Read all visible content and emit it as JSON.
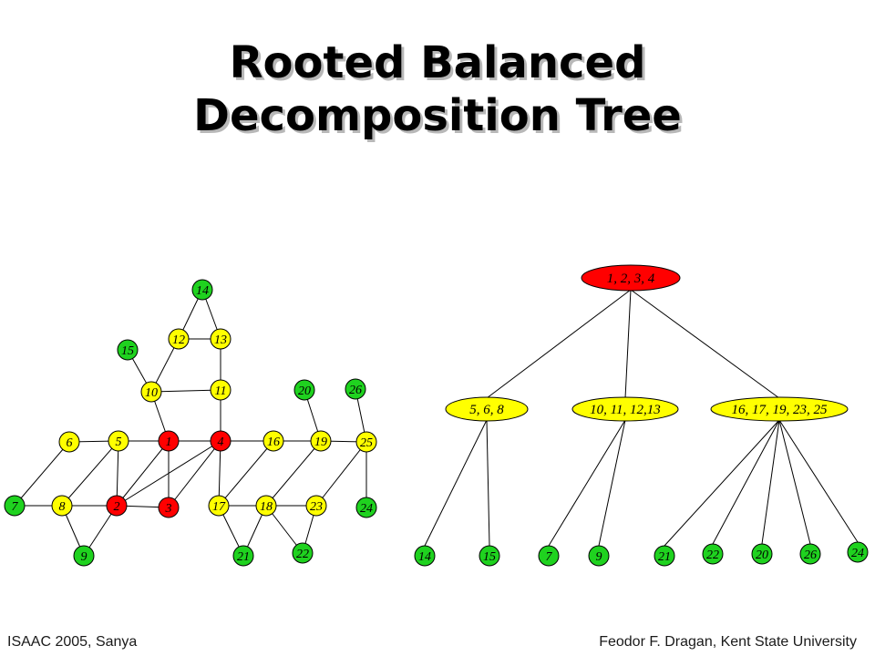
{
  "title": {
    "line1": "Rooted Balanced",
    "line2": "Decomposition Tree"
  },
  "colors": {
    "red": "#ff0000",
    "yellow": "#ffff00",
    "green": "#1fd21f"
  },
  "graph": {
    "nodes": [
      {
        "id": "14",
        "color": "green"
      },
      {
        "id": "12",
        "color": "yellow"
      },
      {
        "id": "13",
        "color": "yellow"
      },
      {
        "id": "15",
        "color": "green"
      },
      {
        "id": "10",
        "color": "yellow"
      },
      {
        "id": "11",
        "color": "yellow"
      },
      {
        "id": "20",
        "color": "green"
      },
      {
        "id": "26",
        "color": "green"
      },
      {
        "id": "6",
        "color": "yellow"
      },
      {
        "id": "5",
        "color": "yellow"
      },
      {
        "id": "1",
        "color": "red"
      },
      {
        "id": "4",
        "color": "red"
      },
      {
        "id": "16",
        "color": "yellow"
      },
      {
        "id": "19",
        "color": "yellow"
      },
      {
        "id": "25",
        "color": "yellow"
      },
      {
        "id": "7",
        "color": "green"
      },
      {
        "id": "8",
        "color": "yellow"
      },
      {
        "id": "2",
        "color": "red"
      },
      {
        "id": "3",
        "color": "red"
      },
      {
        "id": "17",
        "color": "yellow"
      },
      {
        "id": "18",
        "color": "yellow"
      },
      {
        "id": "23",
        "color": "yellow"
      },
      {
        "id": "24",
        "color": "green"
      },
      {
        "id": "9",
        "color": "green"
      },
      {
        "id": "21",
        "color": "green"
      },
      {
        "id": "22",
        "color": "green"
      }
    ],
    "edges": [
      [
        "14",
        "12"
      ],
      [
        "14",
        "13"
      ],
      [
        "12",
        "13"
      ],
      [
        "12",
        "10"
      ],
      [
        "15",
        "10"
      ],
      [
        "13",
        "11"
      ],
      [
        "10",
        "11"
      ],
      [
        "10",
        "1"
      ],
      [
        "11",
        "4"
      ],
      [
        "20",
        "19"
      ],
      [
        "26",
        "25"
      ],
      [
        "6",
        "7"
      ],
      [
        "6",
        "5"
      ],
      [
        "5",
        "1"
      ],
      [
        "1",
        "4"
      ],
      [
        "4",
        "16"
      ],
      [
        "16",
        "19"
      ],
      [
        "19",
        "25"
      ],
      [
        "5",
        "8"
      ],
      [
        "5",
        "2"
      ],
      [
        "1",
        "2"
      ],
      [
        "1",
        "3"
      ],
      [
        "4",
        "2"
      ],
      [
        "4",
        "3"
      ],
      [
        "4",
        "17"
      ],
      [
        "16",
        "17"
      ],
      [
        "19",
        "18"
      ],
      [
        "25",
        "23"
      ],
      [
        "25",
        "24"
      ],
      [
        "7",
        "8"
      ],
      [
        "8",
        "2"
      ],
      [
        "2",
        "3"
      ],
      [
        "8",
        "9"
      ],
      [
        "9",
        "2"
      ],
      [
        "17",
        "18"
      ],
      [
        "18",
        "23"
      ],
      [
        "17",
        "21"
      ],
      [
        "18",
        "21"
      ],
      [
        "18",
        "22"
      ],
      [
        "23",
        "22"
      ]
    ]
  },
  "tree": {
    "root": {
      "label": "1, 2, 3, 4",
      "color": "red"
    },
    "children": [
      {
        "label": "5, 6, 8",
        "color": "yellow",
        "leaves": [
          "14",
          "15"
        ]
      },
      {
        "label": "10, 11, 12,13",
        "color": "yellow",
        "leaves": [
          "7",
          "9"
        ]
      },
      {
        "label": "16, 17, 19, 23, 25",
        "color": "yellow",
        "leaves": [
          "21",
          "22",
          "20",
          "26",
          "24"
        ]
      }
    ],
    "leaf_color": "green"
  },
  "footer": {
    "left": "ISAAC 2005, Sanya",
    "right": "Feodor F. Dragan,  Kent State University"
  }
}
